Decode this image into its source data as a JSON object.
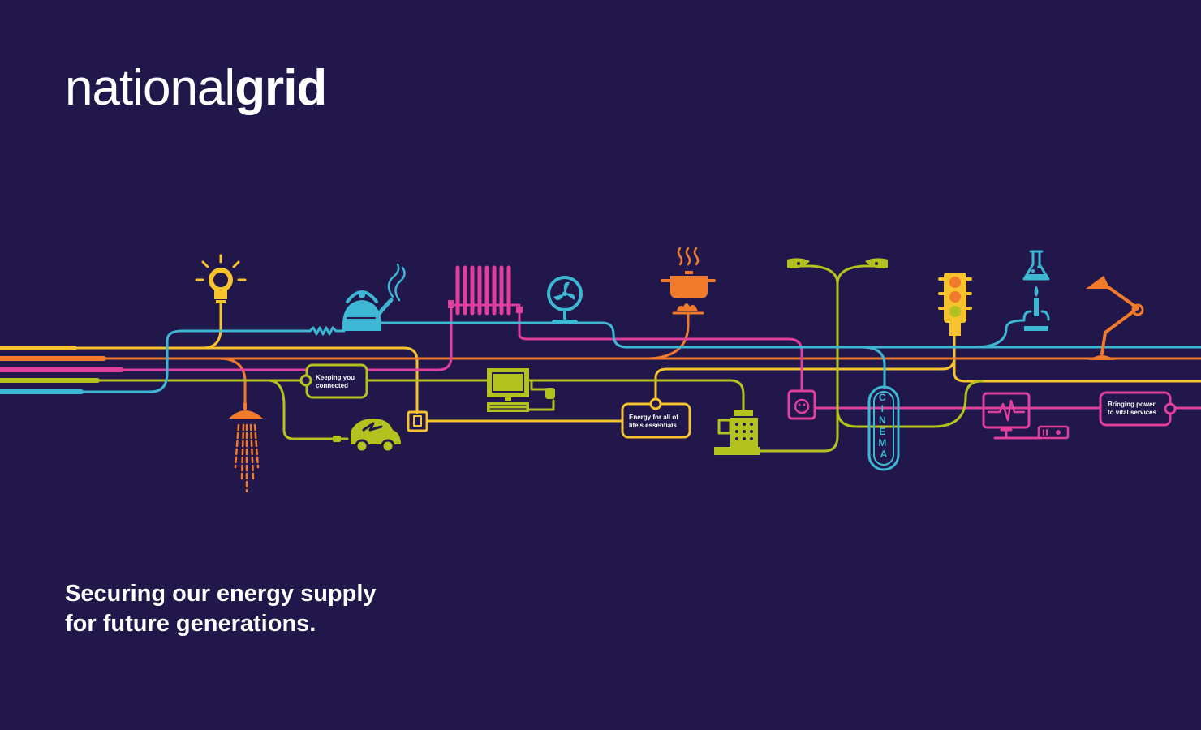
{
  "brand": {
    "name_light": "national",
    "name_bold": "grid"
  },
  "tagline": {
    "line1": "Securing our energy supply",
    "line2": "for future generations."
  },
  "callouts": {
    "connected": [
      "Keeping you",
      "connected"
    ],
    "essentials": [
      "Energy for all of",
      "life's essentials"
    ],
    "vital": [
      "Bringing power",
      "to vital services"
    ]
  },
  "cinema_sign": "CINEMA",
  "colors": {
    "background": "#21174a",
    "yellow": "#f6c22e",
    "orange": "#f27a2b",
    "magenta": "#e03f9e",
    "lime": "#b3c21e",
    "cyan": "#3db7d4",
    "white": "#ffffff"
  },
  "icons": [
    "light-bulb-icon",
    "kettle-icon",
    "radiator-icon",
    "fan-icon",
    "cooking-pot-icon",
    "street-lamp-icon",
    "traffic-light-icon",
    "bunsen-burner-icon",
    "desk-lamp-icon",
    "shower-icon",
    "electric-car-icon",
    "light-switch-icon",
    "computer-icon",
    "cash-register-icon",
    "socket-icon",
    "cinema-sign-icon",
    "heart-monitor-icon"
  ]
}
